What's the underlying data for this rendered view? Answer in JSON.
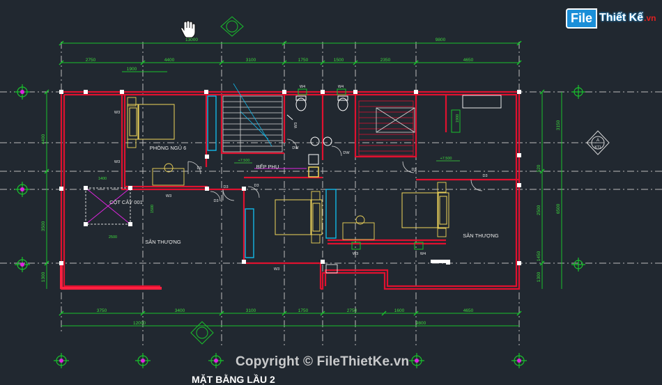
{
  "logo": {
    "file": "File",
    "brand": "Thiết Kế",
    "tld": ".vn"
  },
  "watermark": "Copyright © FileThietKe.vn",
  "drawing_title": "MẶT BẰNG LẦU 2",
  "dimensions": {
    "top_total": "13000",
    "top_total_right": "9800",
    "top_row": [
      "2750",
      "4400",
      "3100",
      "1750",
      "1500",
      "2350",
      "4650"
    ],
    "top_sub": "1900",
    "left": [
      "4400",
      "3500",
      "1300"
    ],
    "right": [
      "3150",
      "520",
      "2500",
      "6500",
      "1450",
      "1300"
    ],
    "bottom_row": [
      "3750",
      "3400",
      "3100",
      "1750",
      "2750",
      "1600",
      "4650"
    ],
    "bottom_total": "12000",
    "bottom_total_right": "9800"
  },
  "labels": {
    "room_bed1": "PHÒNG NGỦ 6",
    "col": "CỘT CÂY 001",
    "terrace_left": "SÂN THƯỢNG",
    "terrace_right": "SÂN THƯỢNG",
    "kitchen": "BẾP PHỤ",
    "dims_small": [
      "1400",
      "1500",
      "2500",
      "1900"
    ],
    "level1": "+7.500",
    "level2": "+7.500"
  },
  "tags": {
    "doors": [
      "D3",
      "D3",
      "D3",
      "D3",
      "D3",
      "D3",
      "DW",
      "DW"
    ],
    "windows": [
      "W3",
      "W3",
      "W3",
      "W4",
      "W4",
      "W3",
      "W3",
      "W4",
      "W3"
    ]
  },
  "section_marker": {
    "top": "A",
    "bottom": "KT1"
  },
  "colors": {
    "wall": "#e0112f",
    "dim": "#00d11a",
    "axis": "#c9c9c9",
    "furniture": "#f1d65a",
    "fixture": "#ffffff",
    "cyan": "#12b8e8",
    "magenta": "#e025e0",
    "bg": "#212830"
  },
  "icons": [
    "hand-cursor-icon",
    "north-arrow-icon",
    "section-marker-icon",
    "grid-bubble-icon"
  ]
}
